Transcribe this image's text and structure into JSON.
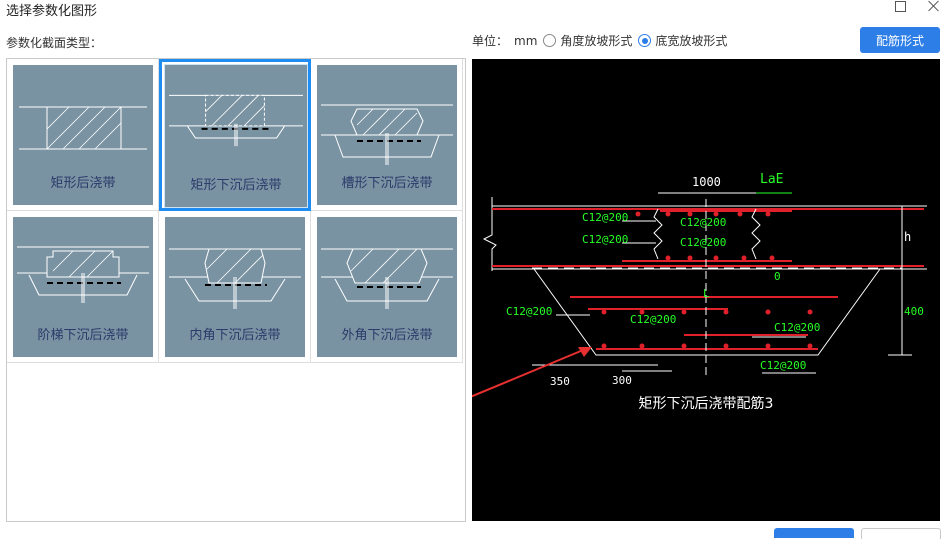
{
  "dialog": {
    "title": "选择参数化图形"
  },
  "gallery": {
    "label": "参数化截面类型：",
    "items": [
      {
        "label": "矩形后浇带",
        "selected": false
      },
      {
        "label": "矩形下沉后浇带",
        "selected": true
      },
      {
        "label": "槽形下沉后浇带",
        "selected": false
      },
      {
        "label": "阶梯下沉后浇带",
        "selected": false
      },
      {
        "label": "内角下沉后浇带",
        "selected": false
      },
      {
        "label": "外角下沉后浇带",
        "selected": false
      }
    ]
  },
  "units": {
    "label": "单位：",
    "value": "mm",
    "options": [
      {
        "label": "角度放坡形式",
        "checked": false
      },
      {
        "label": "底宽放坡形式",
        "checked": true
      }
    ]
  },
  "toolbar": {
    "rebar_button": "配筋形式"
  },
  "preview": {
    "title": "矩形下沉后浇带配筋3",
    "dims": {
      "d1000": "1000",
      "lae": "LaE",
      "h": "h",
      "zero": "0",
      "L": "L",
      "d400": "400",
      "d350": "350",
      "d300": "300"
    },
    "rebar": {
      "r1": "C12@200",
      "r2": "C12@200",
      "r3": "C12@200",
      "r4": "C12@200",
      "r5": "C12@200",
      "r6": "C12@200",
      "r7": "C12@200",
      "r8": "C12@200"
    }
  },
  "colors": {
    "accent": "#2d7ee6",
    "tile_bg": "#7a93a3",
    "rebar": "#e0202a",
    "dim_text": "#26ff26"
  }
}
